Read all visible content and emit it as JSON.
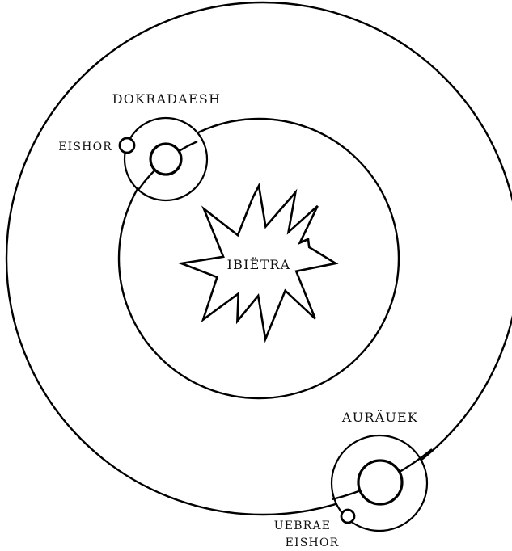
{
  "star": {
    "name": "IBIËTRA"
  },
  "planets": [
    {
      "name": "DOKRADAESH",
      "moon": {
        "name": "EISHOR"
      }
    },
    {
      "name": "AURÄUEK",
      "moon": {
        "name_line1": "UEBRAE",
        "name_line2": "EISHOR"
      }
    }
  ],
  "colors": {
    "ink": "#000000",
    "background": "#ffffff"
  }
}
